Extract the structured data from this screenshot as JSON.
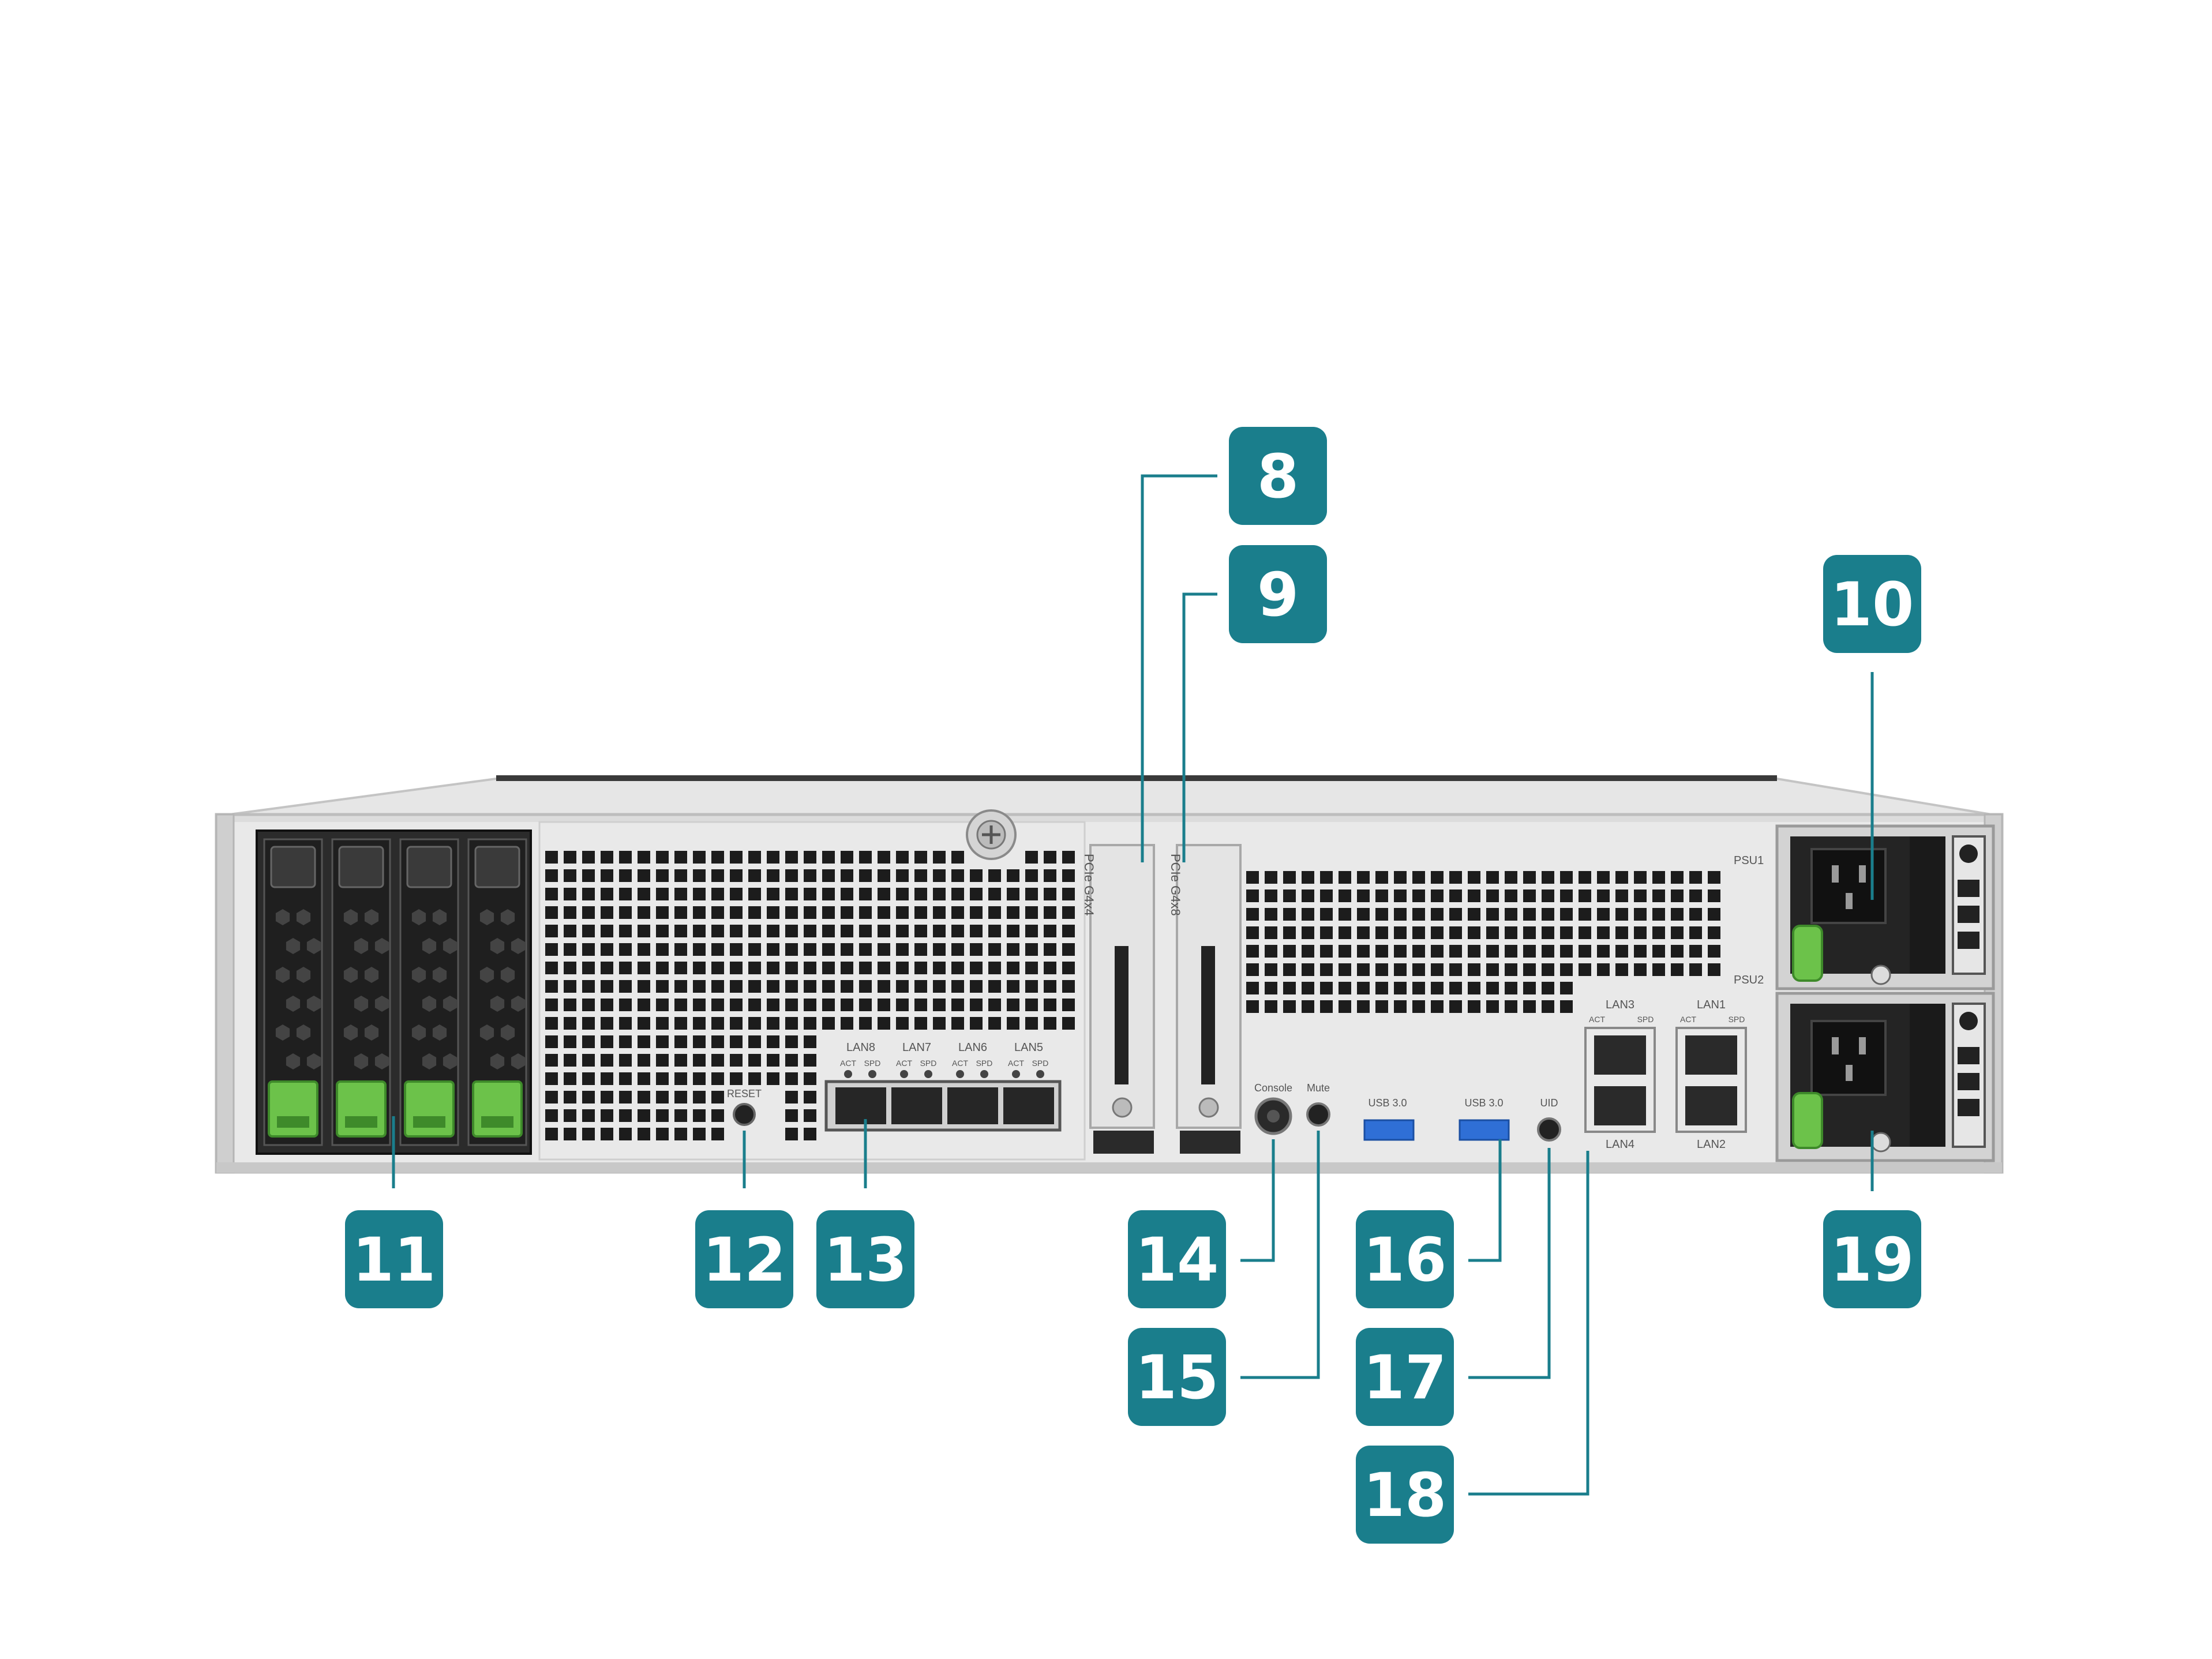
{
  "colors": {
    "callout": "#1a7e8c",
    "callout_text": "#ffffff",
    "chassis": "#d8d8d8",
    "panel": "#eeeeee",
    "vent_hole": "#1c1c1c",
    "drive_tray": "#2a2a2a",
    "drive_latch": "#6cc24a"
  },
  "callouts": [
    {
      "id": "pcie-slot-1",
      "label": "8"
    },
    {
      "id": "pcie-slot-2",
      "label": "9"
    },
    {
      "id": "psu-1",
      "label": "10"
    },
    {
      "id": "drive-bays",
      "label": "11"
    },
    {
      "id": "reset-button",
      "label": "12"
    },
    {
      "id": "sfp-ports",
      "label": "13"
    },
    {
      "id": "console-port",
      "label": "14"
    },
    {
      "id": "mute-button",
      "label": "15"
    },
    {
      "id": "usb-ports",
      "label": "16"
    },
    {
      "id": "uid-button",
      "label": "17"
    },
    {
      "id": "lan-ports",
      "label": "18"
    },
    {
      "id": "psu-2",
      "label": "19"
    }
  ],
  "panel_labels": {
    "pcie1": "PCIe G4x4",
    "pcie2": "PCIe G4x8",
    "psu1": "PSU1",
    "psu2": "PSU2",
    "reset": "RESET",
    "console": "Console",
    "mute": "Mute",
    "usb_a": "USB 3.0",
    "usb_b": "USB 3.0",
    "uid": "UID",
    "lan8": "LAN8",
    "lan7": "LAN7",
    "lan6": "LAN6",
    "lan5": "LAN5",
    "lan3": "LAN3",
    "lan1": "LAN1",
    "lan4": "LAN4",
    "lan2": "LAN2",
    "act": "ACT",
    "spd": "SPD"
  }
}
